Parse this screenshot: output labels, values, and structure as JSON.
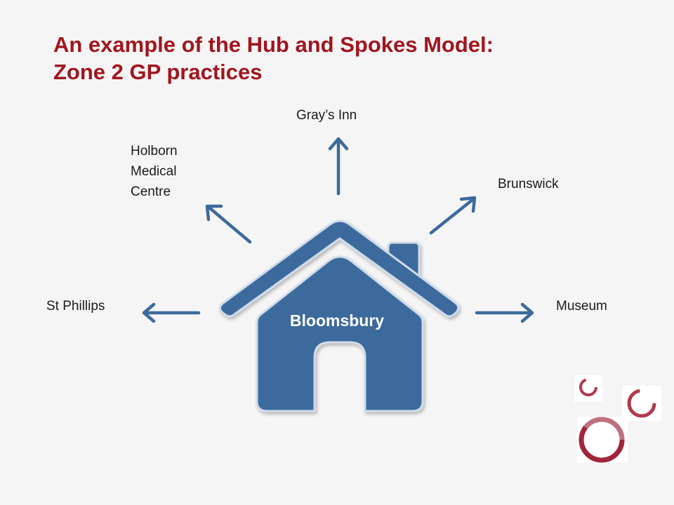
{
  "title": {
    "line1": "An example of the Hub and Spokes Model:",
    "line2": "Zone 2 GP practices"
  },
  "hub": {
    "label": "Bloomsbury",
    "icon": "house-icon",
    "color": "#3d6a9c"
  },
  "spokes": {
    "grays_inn": "Gray’s Inn",
    "holborn": [
      "Holborn",
      "Medical",
      "Centre"
    ],
    "brunswick": "Brunswick",
    "st_phillips": "St Phillips",
    "museum": "Museum"
  },
  "colors": {
    "title": "#a0161e",
    "arrow": "#3d6a9c",
    "circles": "#b03a4e"
  }
}
